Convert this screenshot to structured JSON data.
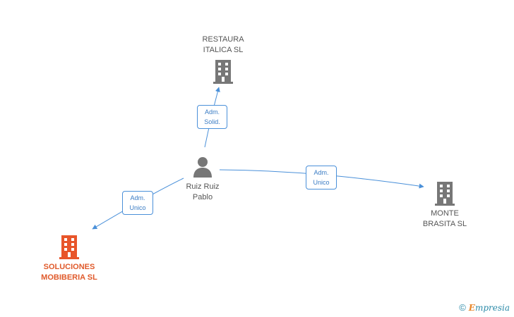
{
  "nodes": {
    "restaura": {
      "label": "RESTAURA\nITALICA SL",
      "type": "company"
    },
    "person": {
      "label": "Ruiz Ruiz\nPablo",
      "type": "person"
    },
    "monte": {
      "label": "MONTE\nBRASITA SL",
      "type": "company"
    },
    "soluciones": {
      "label": "SOLUCIONES\nMOBIBERIA SL",
      "type": "company",
      "highlight": true
    }
  },
  "edges": [
    {
      "from": "person",
      "to": "restaura",
      "label": "Adm.\nSolid."
    },
    {
      "from": "person",
      "to": "monte",
      "label": "Adm.\nUnico"
    },
    {
      "from": "person",
      "to": "soluciones",
      "label": "Adm.\nUnico"
    }
  ],
  "colors": {
    "edge": "#4a90d9",
    "edge_label_text": "#3a7cc4",
    "building": "#777777",
    "building_highlight": "#e8552a",
    "person": "#777777"
  },
  "watermark": {
    "copyright": "©",
    "brand_initial": "E",
    "brand_rest": "mpresia"
  }
}
